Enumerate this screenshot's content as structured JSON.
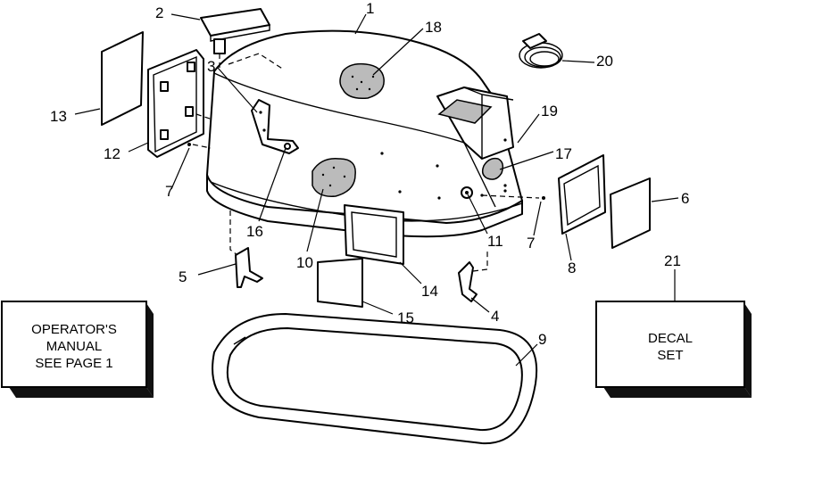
{
  "callouts": {
    "n1": "1",
    "n2": "2",
    "n3": "3",
    "n4": "4",
    "n5": "5",
    "n6": "6",
    "n7a": "7",
    "n7b": "7",
    "n8": "8",
    "n9": "9",
    "n10": "10",
    "n11": "11",
    "n12": "12",
    "n13": "13",
    "n14": "14",
    "n15": "15",
    "n16": "16",
    "n17": "17",
    "n18": "18",
    "n19": "19",
    "n20": "20",
    "n21": "21"
  },
  "manual_box": {
    "line1": "OPERATOR'S",
    "line2": "MANUAL",
    "line3": "SEE PAGE 1"
  },
  "decal_box": {
    "line1": "DECAL",
    "line2": "SET"
  },
  "colors": {
    "ink": "#000000",
    "paper": "#ffffff",
    "box_shadow": "#111111"
  }
}
